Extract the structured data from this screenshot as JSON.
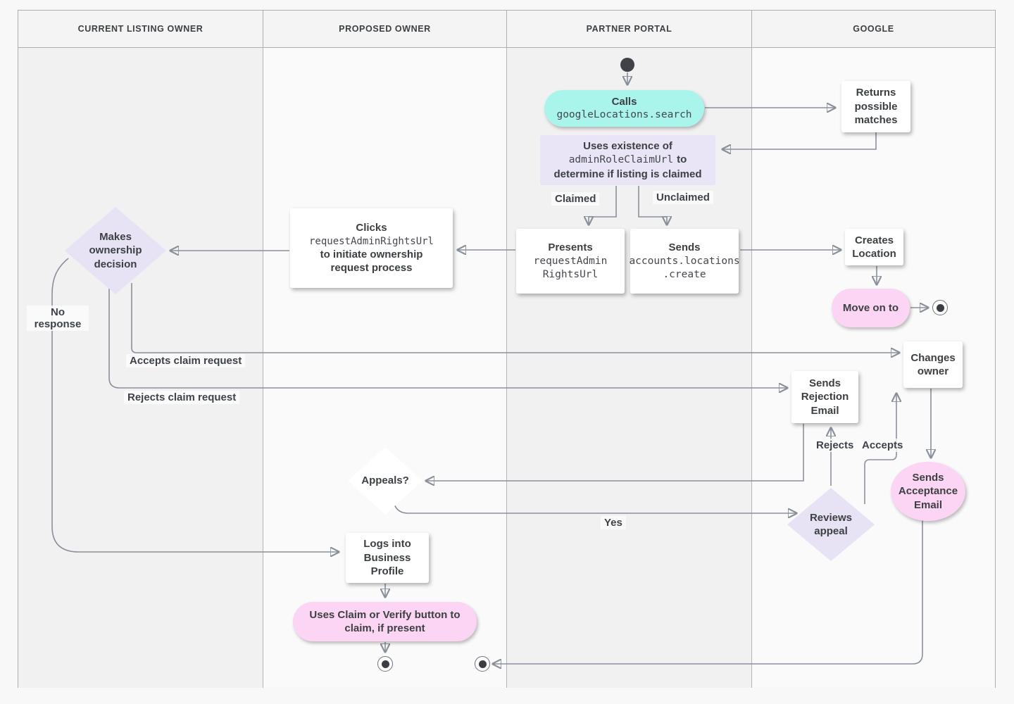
{
  "lanes": [
    "CURRENT LISTING OWNER",
    "PROPOSED OWNER",
    "PARTNER PORTAL",
    "GOOGLE"
  ],
  "nodes": {
    "calls": {
      "title": "Calls",
      "code": "googleLocations.search"
    },
    "returns_matches": {
      "text": "Returns possible matches"
    },
    "uses_existence": {
      "line1": "Uses existence of",
      "code": "adminRoleClaimUrl",
      "after_code": "to",
      "line3": "determine if listing is claimed"
    },
    "presents": {
      "title": "Presents",
      "code1": "requestAdmin",
      "code2": "RightsUrl"
    },
    "sends_create": {
      "title": "Sends",
      "code1": "accounts.locations",
      "code2": ".create"
    },
    "clicks": {
      "title": "Clicks",
      "code": "requestAdminRightsUrl",
      "rest": "to initiate ownership request process"
    },
    "makes_decision": {
      "text": "Makes ownership decision"
    },
    "creates_location": {
      "text": "Creates Location"
    },
    "move_on": {
      "text": "Move on to"
    },
    "changes_owner": {
      "text": "Changes owner"
    },
    "sends_rejection": {
      "text": "Sends Rejection Email"
    },
    "appeals": {
      "text": "Appeals?"
    },
    "reviews_appeal": {
      "text": "Reviews appeal"
    },
    "sends_acceptance": {
      "text": "Sends Acceptance Email"
    },
    "logs_into": {
      "text": "Logs into Business Profile"
    },
    "uses_claim": {
      "text": "Uses Claim or Verify button to claim, if present"
    }
  },
  "edge_labels": {
    "claimed": "Claimed",
    "unclaimed": "Unclaimed",
    "no_response": "No response",
    "accepts_claim": "Accepts claim request",
    "rejects_claim": "Rejects claim request",
    "yes": "Yes",
    "rejects": "Rejects",
    "accepts": "Accepts"
  },
  "colors": {
    "teal_node": "#a9f5eb",
    "lavender_node": "#e7e2f4",
    "pink_node": "#fbd5f3",
    "white_node": "#ffffff",
    "connector": "#8a909b",
    "text": "#3c4043",
    "lane_dark": "#f1f1f2",
    "lane_light": "#fafafa"
  }
}
